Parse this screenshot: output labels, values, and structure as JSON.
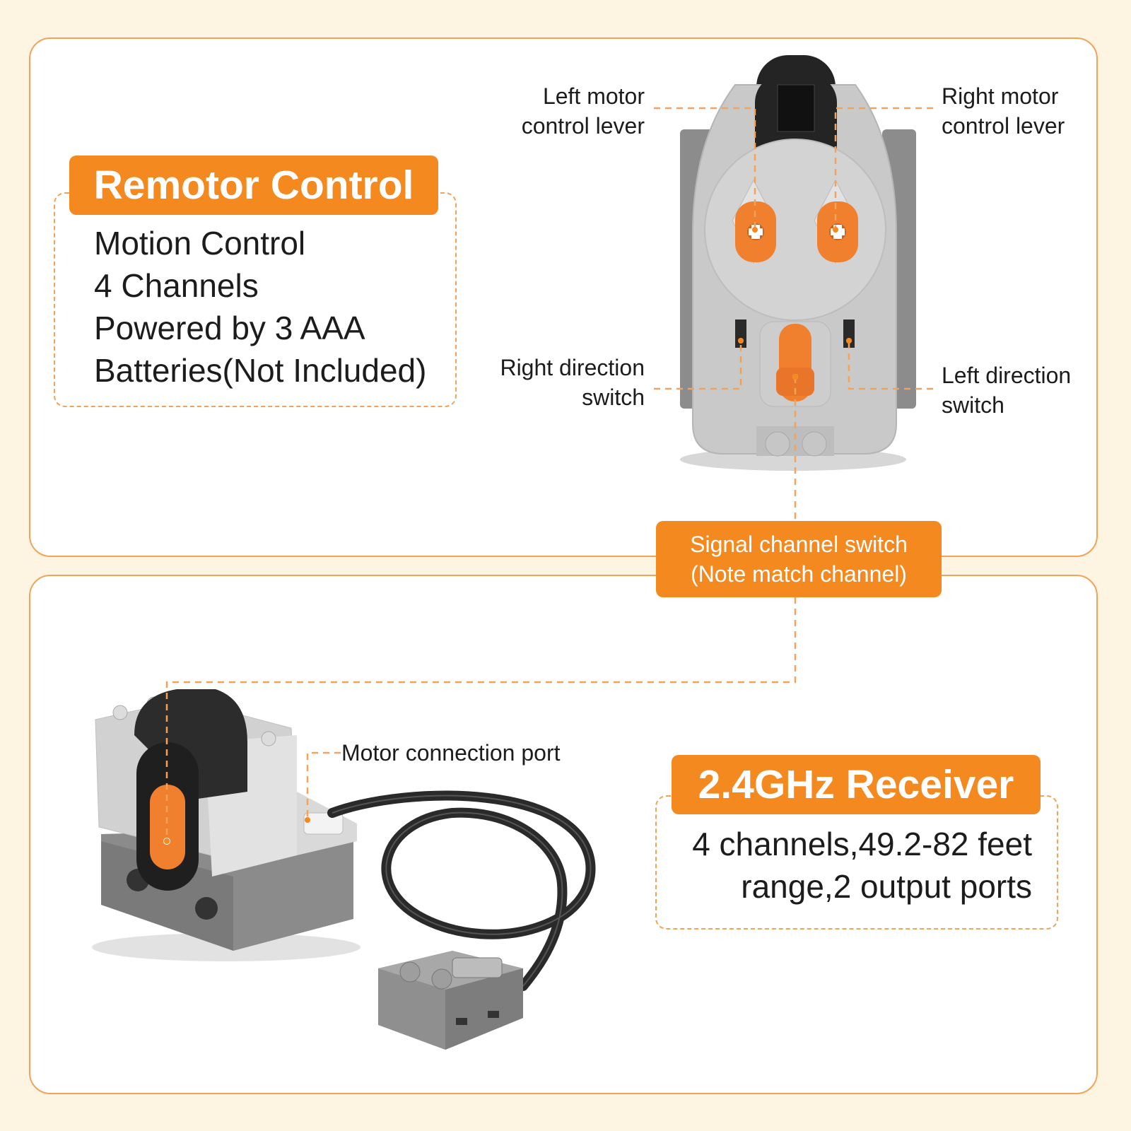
{
  "remote": {
    "title": "Remotor Control",
    "features": [
      "Motion Control",
      "4 Channels",
      "Powered by 3 AAA",
      "Batteries(Not Included)"
    ]
  },
  "callouts": {
    "left_lever": [
      "Left motor",
      "control lever"
    ],
    "right_lever": [
      "Right motor",
      "control lever"
    ],
    "right_switch": [
      "Right direction",
      "switch"
    ],
    "left_switch": [
      "Left direction",
      "switch"
    ],
    "signal": [
      "Signal channel switch",
      "(Note match channel)"
    ],
    "motor_port": "Motor connection port"
  },
  "receiver": {
    "title": "2.4GHz Receiver",
    "spec": [
      "4 channels,49.2-82 feet",
      "range,2 output ports"
    ]
  },
  "colors": {
    "accent": "#f4891f",
    "frame": "#f2a35a",
    "background": "#fdf5e2"
  }
}
